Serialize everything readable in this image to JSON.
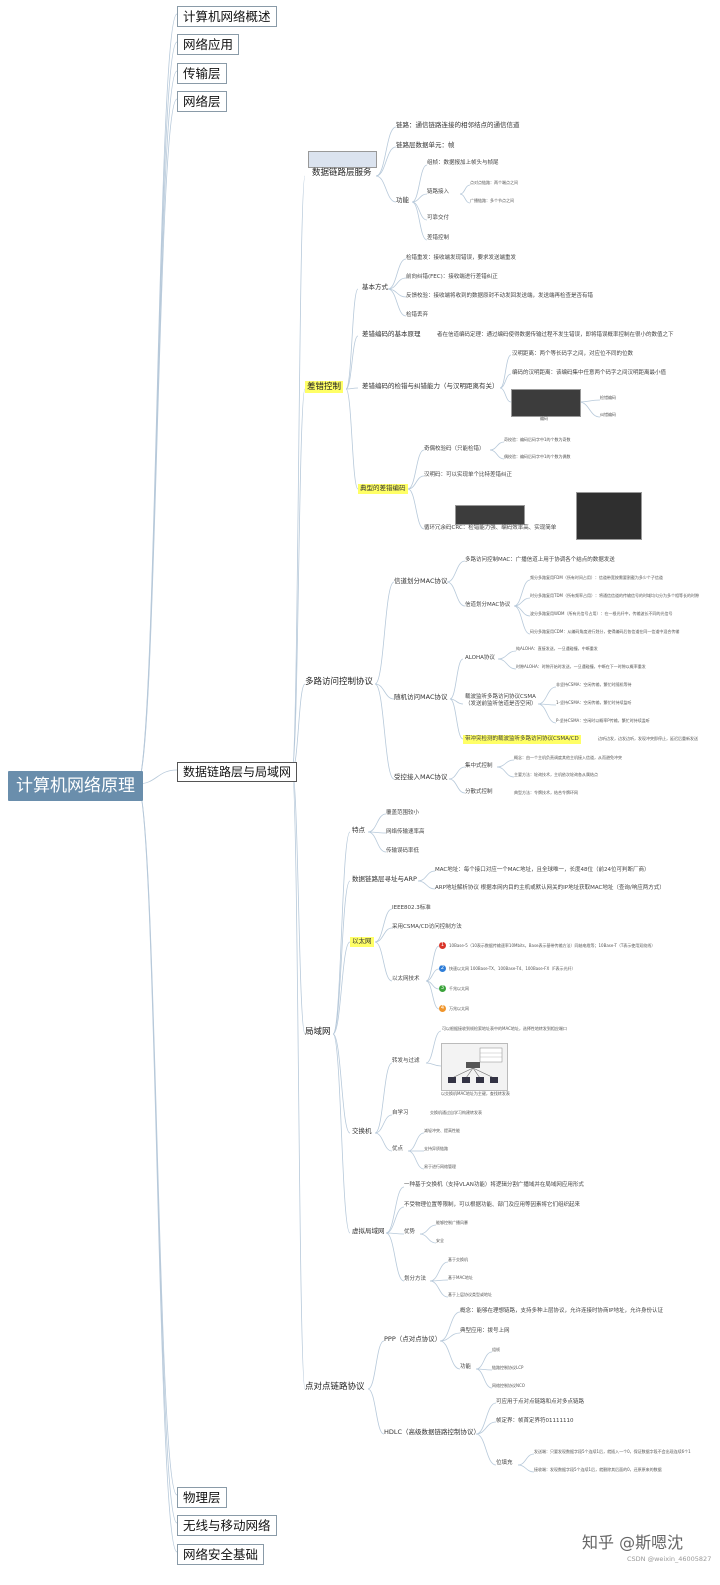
{
  "root": "计算机网络原理",
  "level1": [
    "计算机网络概述",
    "网络应用",
    "传输层",
    "网络层",
    "数据链路层与局域网",
    "物理层",
    "无线与移动网络",
    "网络安全基础"
  ],
  "colors": {
    "root_bg": "#6a8eac",
    "line": "#b7c9da",
    "highlight": "#ffff66"
  },
  "sections": [
    {
      "title": "数据链路层服务",
      "items": [
        "链路：通信链路连接的相邻结点的通信信道",
        "链路层数据单元：帧",
        {
          "title": "功能",
          "items": [
            "组帧：数据报加上帧头与帧尾",
            {
              "title": "链路接入",
              "items": [
                "点对点链路：两个端点之间",
                "广播链路：多个节点之间"
              ]
            },
            "可靠交付",
            "差错控制"
          ]
        }
      ]
    },
    {
      "title": "差错控制",
      "items": [
        {
          "title": "基本方式",
          "items": [
            "检错重发：接收端发现错误，要求发送端重发",
            "前向纠错(FEC)：接收端进行差错纠正",
            "反馈校验：接收端将收到的数据原封不动发回发送端，发送端再检查是否有错",
            "检错丢弃"
          ]
        },
        {
          "title": "差错编码的基本原理",
          "items": [
            "者在信道编码定理：通过编码使得数据传输过程不发生错误，即将错误概率控制在很小的数值之下"
          ]
        },
        {
          "title": "差错编码的检错与纠错能力（与汉明距离有关）",
          "items": [
            "汉明距离：两个等长码字之间，对应位不同的位数",
            "编码的汉明距离：该编码集中任意两个码字之间汉明距离最小值",
            {
              "title": "编码",
              "items": [
                "检错编码",
                "纠错编码"
              ]
            }
          ]
        },
        {
          "title": "典型的差错编码",
          "items": [
            {
              "title": "奇偶校验码（只能检错）",
              "items": [
                "奇校验：编码后码字中1的个数为奇数",
                "偶校验：编码后码字中1的个数为偶数"
              ]
            },
            "汉明码：可以实现单个比特差错纠正",
            "循环冗余码CRC：检错能力强、编码效率高、实现简单"
          ]
        }
      ]
    },
    {
      "title": "多路访问控制协议",
      "items": [
        {
          "title": "信道划分MAC协议",
          "items": [
            "多路访问控制MAC：广播信道上用于协调各个结点的数据发送",
            {
              "title": "信道划分MAC协议",
              "items": [
                "频分多路复用FDM（所有时间占用）：信道带宽按需要割截为多少个子信道",
                "时分多路复用TDM（所有频率占用）：将通信信道的传输信号的时域均匀分为多个相等长的时隙",
                "波分多路复用WDM（所有光信号占用）：在一根光纤中，传输波长不同的光信号",
                "码分多路复用CDM：从编码角度进行划分，使得编码后各信道在同一信道中混合传输"
              ]
            }
          ]
        },
        {
          "title": "随机访问MAC协议",
          "items": [
            {
              "title": "ALOHA协议",
              "items": [
                "纯ALOHA：直接发送，一旦遇碰撞，中断重发",
                "时隙ALOHA：时隙开始时发送，一旦遇碰撞，中断在下一时隙以概率重发"
              ]
            },
            {
              "title": "载波监听多路访问协议CSMA（发送前监听信道是否空闲）",
              "items": [
                "非坚持CSMA：空闲传输，繁忙时随机等待",
                "1-坚持CSMA：空闲传输，繁忙时持续监听",
                "P-坚持CSMA：空闲时以概率P传输，繁忙时持续监听"
              ]
            },
            "带冲突检测的载波监听多路访问协议CSMA/CD",
            "边听边发，边发边听，发现冲突即停止，延迟后重新发送"
          ]
        },
        {
          "title": "受控接入MAC协议",
          "items": [
            {
              "title": "集中式控制",
              "items": [
                "概念：由一个主机负责调度其他主机接入信道，从而避免冲突",
                "主要方法：轮询技术，主机依次轮询各从属结点"
              ]
            },
            {
              "title": "分散式控制",
              "items": [
                "典型方法：令牌技术，结合令牌环网"
              ]
            }
          ]
        }
      ]
    },
    {
      "title": "局域网",
      "items": [
        {
          "title": "特点",
          "items": [
            "覆盖范围较小",
            "网络传输速率高",
            "传输误码率低"
          ]
        },
        {
          "title": "数据链路层寻址与ARP",
          "items": [
            "MAC地址：每个接口对应一个MAC地址，且全球唯一，长度48位（前24位可判断厂商）",
            "ARP地址解析协议 根据本网内目的主机或默认网关的IP地址获取MAC地址（查询/响应两方式）"
          ]
        },
        {
          "title": "以太网",
          "items": [
            "IEEE802.3标准",
            "采用CSMA/CD访问控制方法",
            {
              "title": "以太网技术",
              "items": [
                "10Base-5（10表示数据传输速率10Mbits，Base表示基带传输方法）同轴电缆等；10Base-T（T表示使用双绞线）",
                "快速以太网 100Base-TX、100Base-T4、100Base-FX（F表示光纤）",
                "千兆以太网",
                "万兆以太网"
              ],
              "badges": [
                "1",
                "2",
                "3",
                "4"
              ]
            }
          ]
        },
        {
          "title": "交换机",
          "items": [
            {
              "title": "转发与过滤",
              "items": [
                "可以根据接收到帧检索地址表中的MAC地址，选择性地转发到相应端口",
                "以交换机MAC地址为主键，查找转发表"
              ]
            },
            {
              "title": "自学习",
              "items": [
                "交换机通过自学习构建转发表"
              ]
            },
            {
              "title": "优点",
              "items": [
                "减轻冲突、提高性能",
                "支持异质链路",
                "易于进行网络管理"
              ]
            }
          ]
        },
        {
          "title": "虚拟局域网",
          "items": [
            "一种基于交换机（支持VLAN功能）将逻辑分割广播域并在局域网应用形式",
            "不受物理位置等限制，可以根据功能、部门及应用等因素将它们组织起来",
            {
              "title": "优势",
              "items": [
                "能够控制广播风暴",
                "安全"
              ]
            },
            {
              "title": "划分方法",
              "items": [
                "基于交换机",
                "基于MAC地址",
                "基于上层协议类型或地址"
              ]
            }
          ]
        }
      ]
    },
    {
      "title": "点对点链路协议",
      "items": [
        {
          "title": "PPP（点对点协议）",
          "items": [
            "概念：能够在理想链路，支持多种上层协议，允许连接时协商IP地址，允许身份认证",
            "典型应用：拨号上网",
            {
              "title": "功能",
              "items": [
                "组帧",
                "链路控制协议LCP",
                "网络控制协议NCO"
              ]
            }
          ]
        },
        {
          "title": "HDLC（高级数据链路控制协议）",
          "items": [
            "可应用于点对点链路和点对多点链路",
            "帧定界：帧首定界符01111110",
            {
              "title": "位填充",
              "items": [
                "发送端：只要发现数据字段5个连续1后，就插入一个0，保证数据字段不会出现连续6个1",
                "接收端：发现数据字段5个连续1后，就删除其后面的0，还原原来的数据"
              ]
            }
          ]
        }
      ]
    }
  ],
  "watermark": {
    "main": "知乎 @斯嗯沈",
    "sub": "CSDN @weixin_46005827"
  }
}
